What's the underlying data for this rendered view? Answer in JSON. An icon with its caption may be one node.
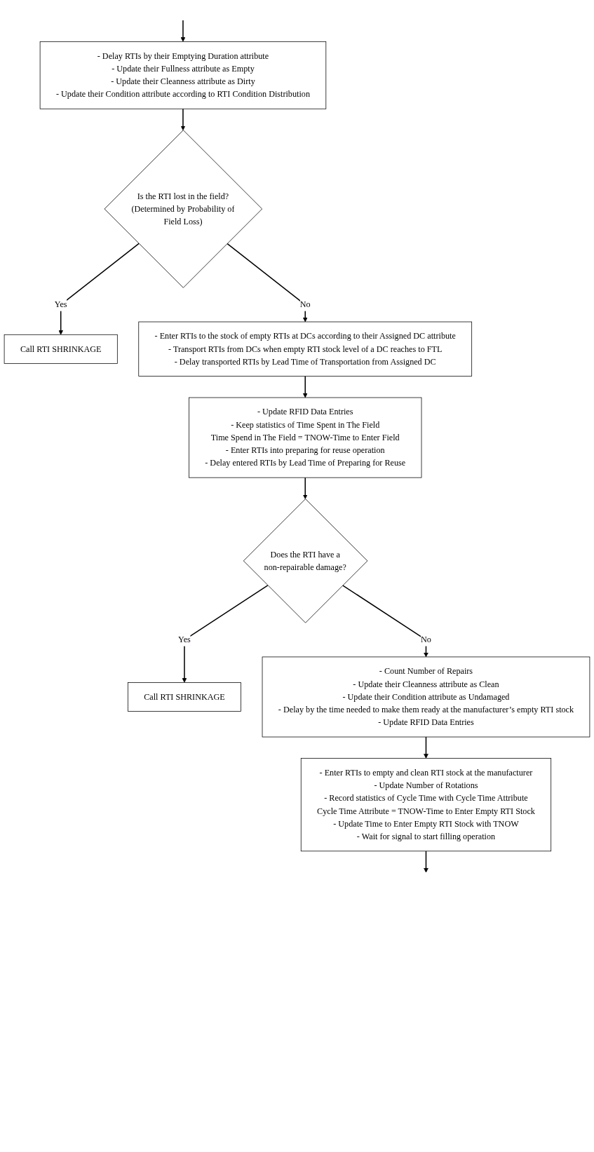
{
  "diagram": {
    "nodes": [
      {
        "text": [
          "- Delay RTIs by their Emptying Duration attribute",
          "- Update their Fullness attribute as Empty",
          "- Update their Cleanness attribute as Dirty",
          "- Update their Condition attribute according to RTI Condition Distribution"
        ]
      },
      {
        "text": [
          "Is the RTI lost in the field? (Determined by Probability of Field Loss)"
        ]
      },
      {
        "text": [
          "Call RTI SHRINKAGE"
        ]
      },
      {
        "text": [
          "- Enter RTIs to the stock of empty RTIs at DCs according to their Assigned DC attribute",
          "- Transport RTIs from DCs when empty RTI stock level of a DC reaches to FTL",
          "- Delay transported RTIs by Lead Time of Transportation from Assigned DC"
        ]
      },
      {
        "text": [
          "- Update RFID Data Entries",
          "- Keep statistics of Time Spent in The Field",
          "Time Spend in The Field = TNOW-Time to Enter Field",
          "- Enter RTIs into preparing for reuse operation",
          "- Delay entered RTIs by Lead Time of Preparing for Reuse"
        ]
      },
      {
        "text": [
          "Does the RTI have a non-repairable damage?"
        ]
      },
      {
        "text": [
          "Call RTI SHRINKAGE"
        ]
      },
      {
        "text": [
          "- Count Number of Repairs",
          "- Update their Cleanness attribute as Clean",
          "- Update their Condition attribute as Undamaged",
          "- Delay by the time needed to make them ready at the manufacturer’s empty RTI stock",
          "- Update RFID Data Entries"
        ]
      },
      {
        "text": [
          "- Enter RTIs to empty and clean RTI stock at the manufacturer",
          "- Update Number of Rotations",
          "- Record statistics of Cycle Time with Cycle Time Attribute",
          "Cycle Time Attribute = TNOW-Time to Enter Empty RTI Stock",
          "- Update Time to Enter Empty RTI Stock with TNOW",
          "- Wait for signal to start filling operation"
        ]
      }
    ],
    "edges": [
      {
        "from": null,
        "to": 0,
        "arrow": "to"
      },
      {
        "from": 0,
        "to": 1,
        "arrow": "to"
      },
      {
        "from": 1,
        "to": 2,
        "arrow": "to",
        "label": "Yes"
      },
      {
        "from": 1,
        "to": 3,
        "arrow": "to",
        "label": "No"
      },
      {
        "from": 3,
        "to": 4,
        "arrow": "to"
      },
      {
        "from": 4,
        "to": 5,
        "arrow": "to"
      },
      {
        "from": 5,
        "to": 6,
        "arrow": "to",
        "label": "Yes"
      },
      {
        "from": 5,
        "to": 7,
        "arrow": "to",
        "label": "No"
      },
      {
        "from": 7,
        "to": 8,
        "arrow": "to"
      },
      {
        "from": 8,
        "to": null,
        "arrow": "to"
      }
    ]
  }
}
